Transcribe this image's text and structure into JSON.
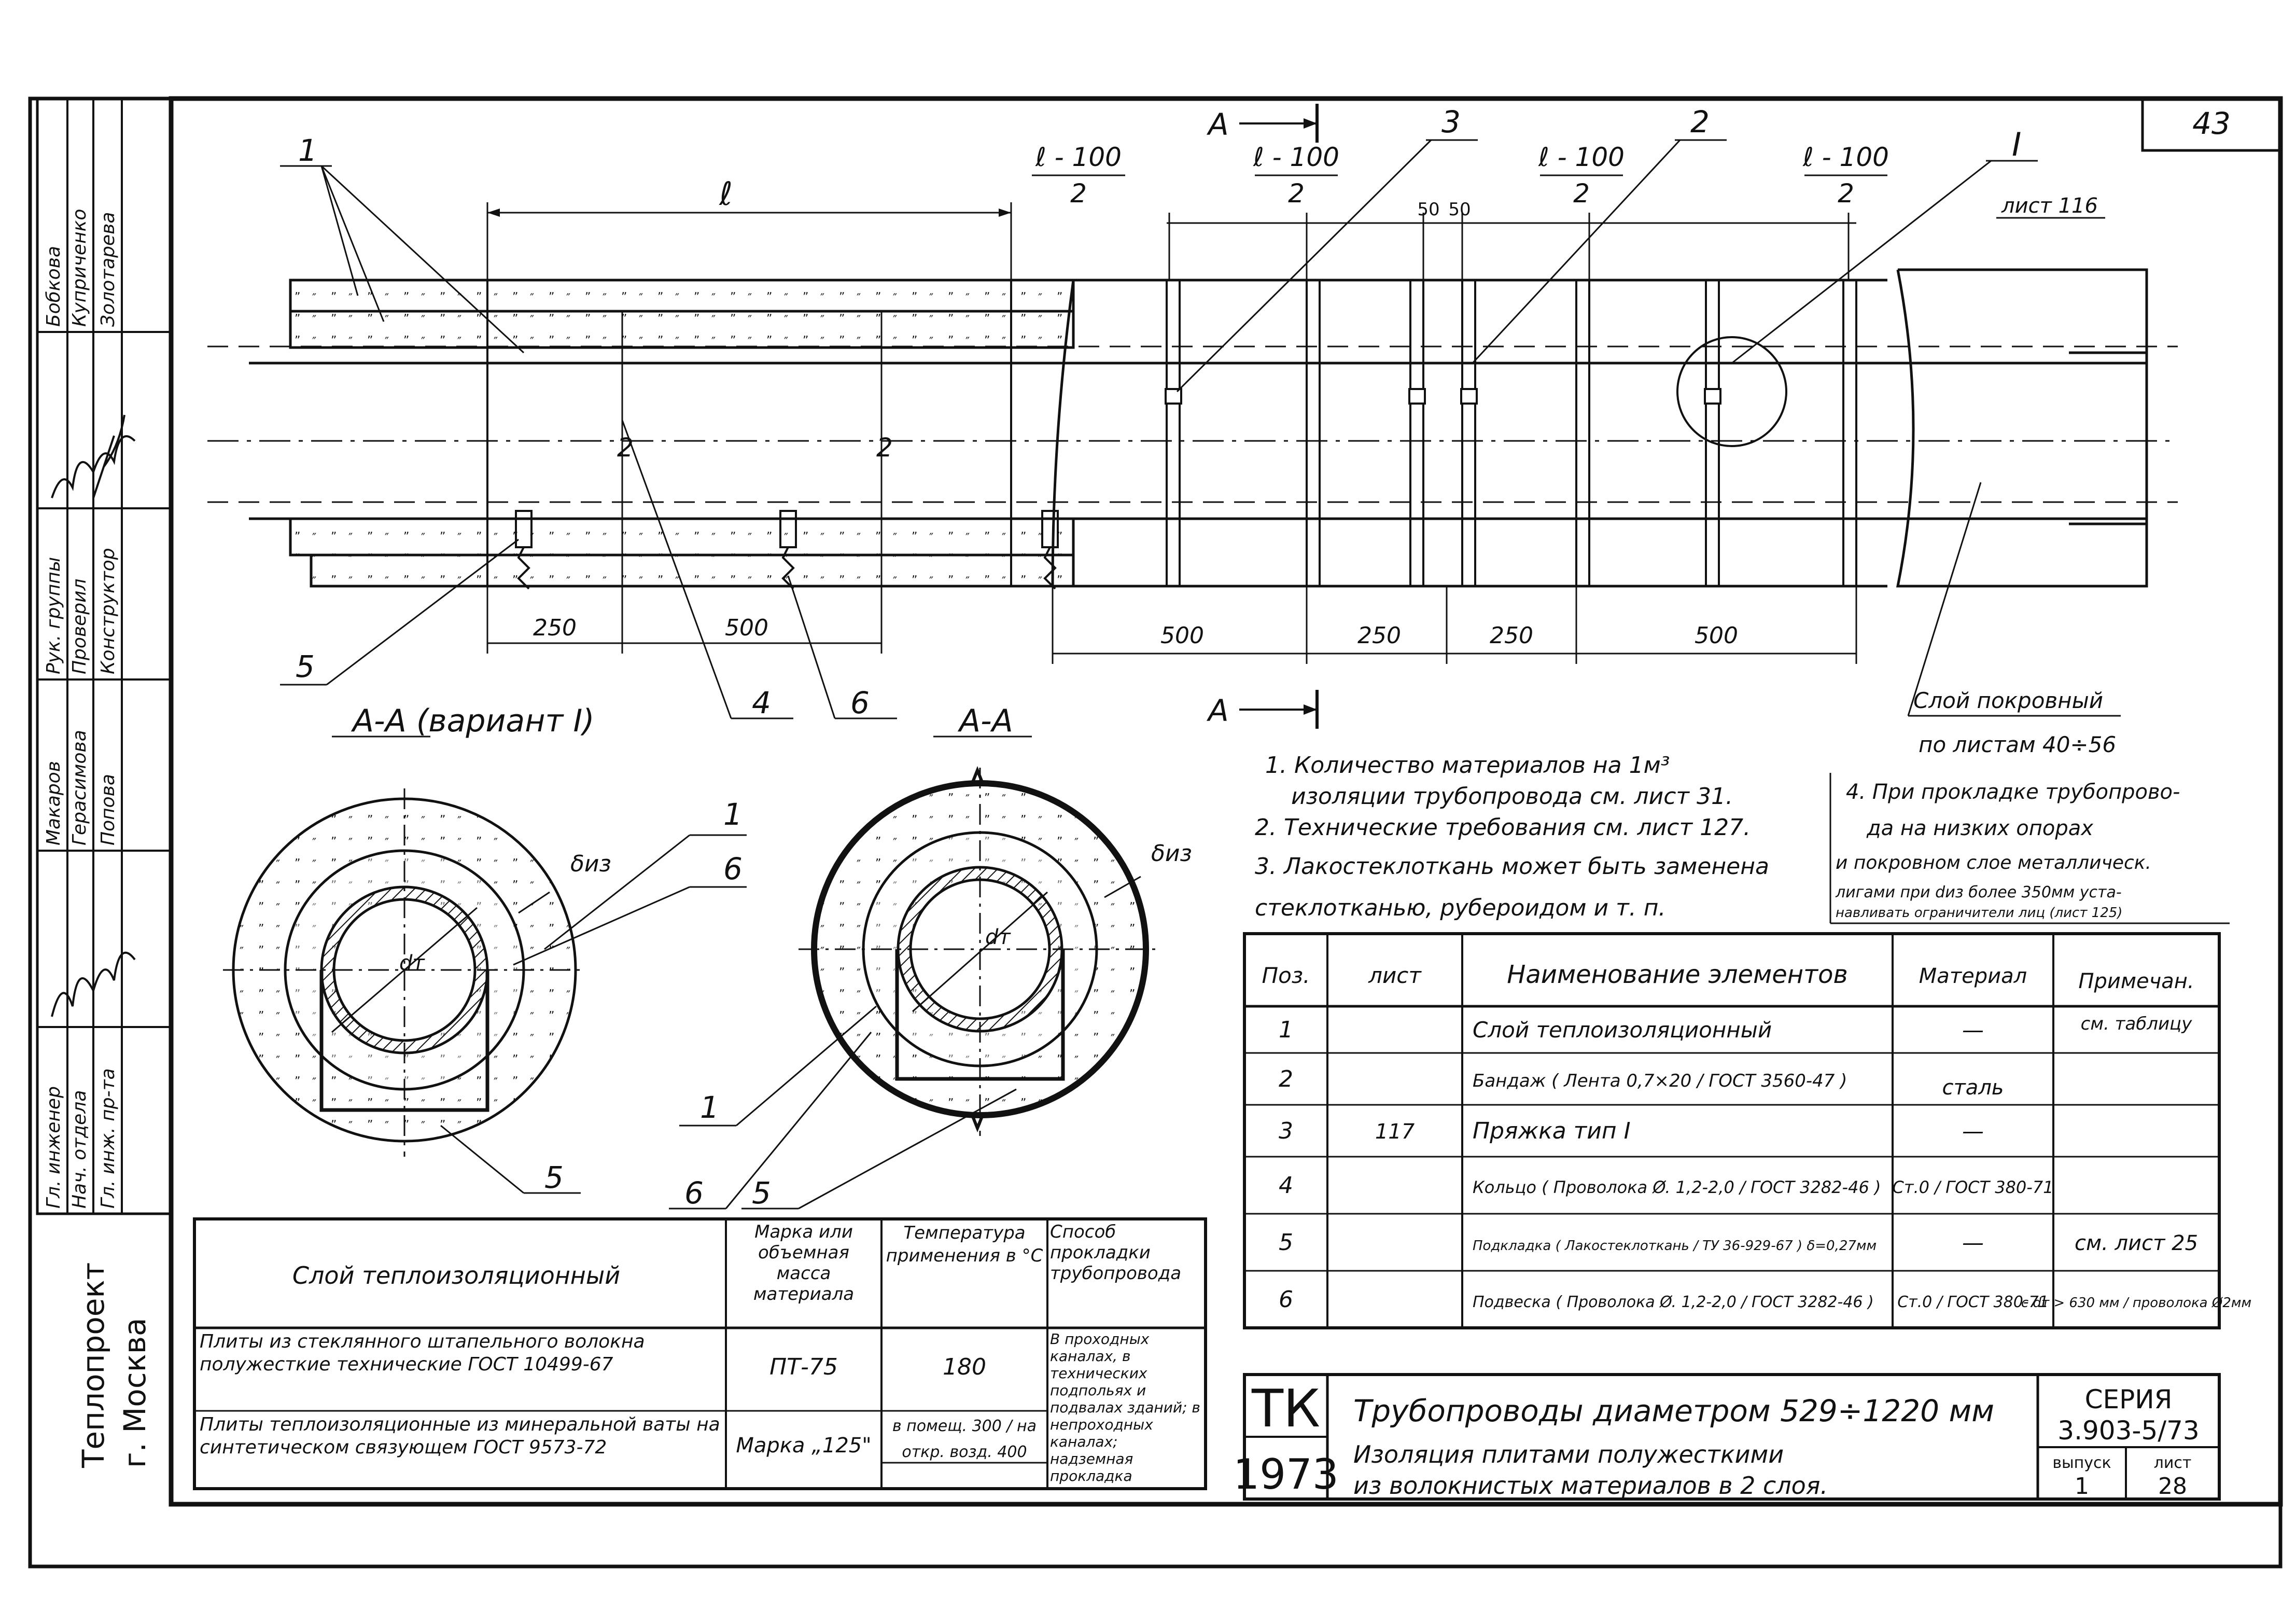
{
  "page_number": "43",
  "sheet_ref": "лист 116",
  "section_labels": {
    "cut_top": "А",
    "cut_bottom": "А",
    "section_a": "А-А (вариант I)",
    "section_b": "А-А",
    "detail": "I"
  },
  "dims": {
    "l": "ℓ",
    "frac_num": "ℓ - 100",
    "frac_den": "2",
    "gap_50a": "50",
    "gap_50b": "50",
    "d250a": "250",
    "d500a": "500",
    "d500b": "500",
    "d250b": "250",
    "d250c": "250",
    "d500c": "500",
    "delta_iz": "δиз",
    "dt": "dт"
  },
  "callouts": {
    "c1": "1",
    "c2": "2",
    "c3": "3",
    "c4": "4",
    "c5": "5",
    "c6": "6",
    "cs1": "1",
    "cs6": "6",
    "cs1b": "1",
    "cs6b": "6",
    "cs5a": "5",
    "cs5b": "5"
  },
  "pipe_labels": {
    "l1": "2",
    "l2": "2"
  },
  "cover_note": {
    "line1": "Слой покровный",
    "line2": "по листам 40÷56"
  },
  "notes": [
    "1. Количество материалов на 1м³",
    "изоляции трубопровода см. лист 31.",
    "2. Технические требования см. лист 127.",
    "3. Лакостеклоткань может быть заменена",
    "стеклотканью, рубероидом и т. п."
  ],
  "note4": [
    "4. При прокладке трубопрово-",
    "да на низких опорах",
    "и покровном слое металлическ.",
    "лигами при dиз более 350мм уста-",
    "навливать ограничители лиц (лист 125)"
  ],
  "spec_table": {
    "headers": [
      "Поз.",
      "лист",
      "Наименование элементов",
      "Материал",
      "Примечан."
    ],
    "rows": [
      [
        "1",
        "",
        "Слой теплоизоляционный",
        "—",
        "см. таблицу"
      ],
      [
        "2",
        "",
        "Бандаж ( Лента 0,7×20 / ГОСТ 3560-47 )",
        "сталь",
        ""
      ],
      [
        "3",
        "117",
        "Пряжка тип I",
        "—",
        ""
      ],
      [
        "4",
        "",
        "Кольцо ( Проволока Ø. 1,2-2,0 / ГОСТ 3282-46 )",
        "Ст.0 / ГОСТ 380-71",
        ""
      ],
      [
        "5",
        "",
        "Подкладка ( Лакостеклоткань / ТУ 36-929-67 ) δ=0,27мм",
        "—",
        "см. лист 25"
      ],
      [
        "6",
        "",
        "Подвеска ( Проволока Ø. 1,2-2,0 / ГОСТ 3282-46 )",
        "Ст.0 / ГОСТ 380-71",
        "с dт > 630 мм / проволока Ø2мм"
      ]
    ]
  },
  "mat_table": {
    "headers": [
      "Слой теплоизоляционный",
      "Марка или объемная масса материала",
      "Температура применения в °С",
      "Способ прокладки трубопровода"
    ],
    "rows": [
      [
        "Плиты из стеклянного штапельного волокна полужесткие технические ГОСТ 10499-67",
        "ПТ-75",
        "180"
      ],
      [
        "Плиты теплоизоляционные из минеральной ваты на синтетическом связующем ГОСТ 9573-72",
        "Марка „125\"",
        "в помещ. 300 / на откр. возд. 400"
      ]
    ],
    "method": "В проходных каналах, в технических подпольях и подвалах зданий; в непроходных каналах; надземная прокладка"
  },
  "title_block": {
    "org": "ТК",
    "year": "1973",
    "title1": "Трубопроводы диаметром 529÷1220 мм",
    "title2": "Изоляция плитами полужесткими",
    "title3": "из волокнистых материалов в 2 слоя.",
    "series_label": "СЕРИЯ",
    "series": "3.903-5/73",
    "issue_label": "выпуск",
    "issue": "1",
    "sheet_label": "лист",
    "sheet": "28"
  },
  "side_block": {
    "org": "Теплопроект",
    "city": "г. Москва",
    "roles": [
      "Гл. инженер",
      "Нач. отдела",
      "Гл. инж. пр-та",
      "Рук. группы",
      "Проверил",
      "Конструктор"
    ],
    "names": [
      "Бобкова",
      "Куприченко",
      "Золотарева",
      "Макаров",
      "Герасимова",
      "Попова"
    ]
  }
}
